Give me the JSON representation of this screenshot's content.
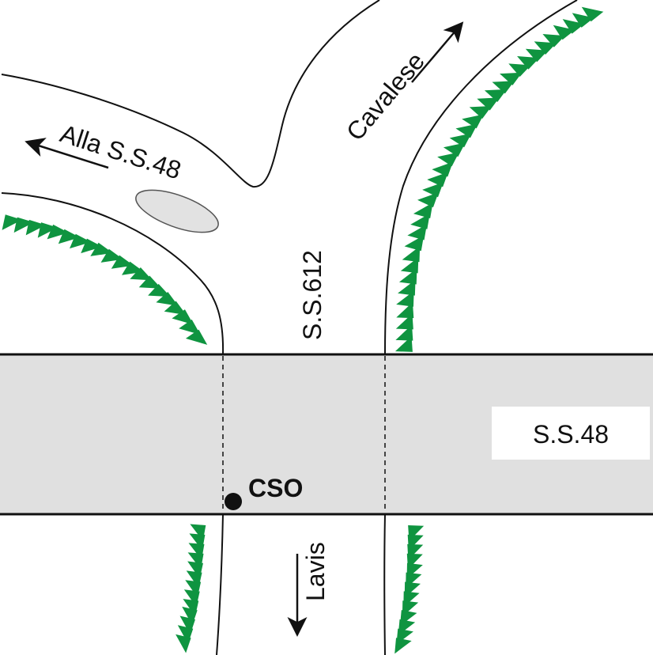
{
  "labels": {
    "to_ss48": "Alla S.S.48",
    "cavalese": "Cavalese",
    "ss612": "S.S.612",
    "ss48_box": "S.S.48",
    "cso": "CSO",
    "lavis": "Lavis"
  },
  "colors": {
    "background": "#ffffff",
    "main_road": "#e0e0e0",
    "road_line": "#111111",
    "embankment": "#0f9440",
    "island": "#e2e2e2"
  },
  "icons": {
    "arrow": "arrow-icon",
    "embankment": "embankment-triangle-icon",
    "station": "station-dot-icon"
  }
}
